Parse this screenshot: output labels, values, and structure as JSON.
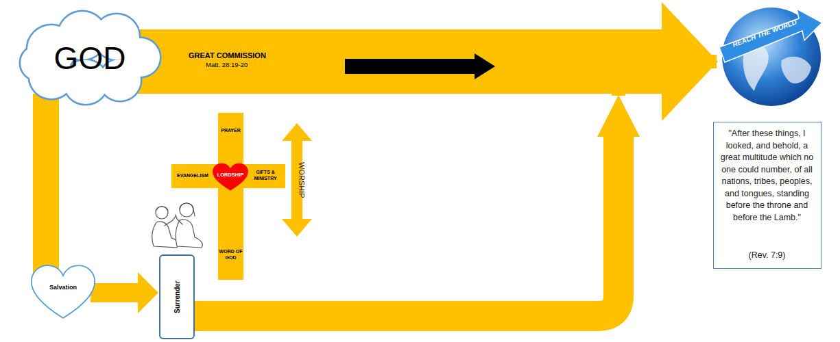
{
  "diagram": {
    "nodes": [
      {
        "text": [
          "GOD"
        ]
      },
      {
        "text": [
          "PRAYER",
          "EVANGELISM",
          "GIFTS & MINISTRY",
          "WORD OF GOD"
        ]
      },
      {
        "text": [
          "LORDSHIP"
        ],
        "in": 1
      },
      {
        "text": [
          "WORSHIP"
        ]
      },
      {
        "text": [
          "REACH THE WORLD"
        ]
      },
      {
        "text": [
          "\"After these things, I looked, and behold, a great multitude which no one could number, of all nations, tribes, peoples, and tongues, standing before the throne and before the Lamb.\"",
          "(Rev. 7:9)"
        ]
      },
      {
        "text": [
          "Salvation"
        ]
      },
      {
        "text": [
          "Surrender"
        ]
      }
    ],
    "edges": [
      {
        "from": 0,
        "to": 4,
        "label": "GREAT COMMISSION",
        "arrow": "to"
      },
      {
        "from": 0,
        "to": 6,
        "arrow": "none"
      },
      {
        "from": 6,
        "to": 7,
        "arrow": "to"
      },
      {
        "from": 7,
        "to": 4,
        "arrow": "to"
      }
    ],
    "labels": [
      "Matt. 28:19-20"
    ]
  }
}
